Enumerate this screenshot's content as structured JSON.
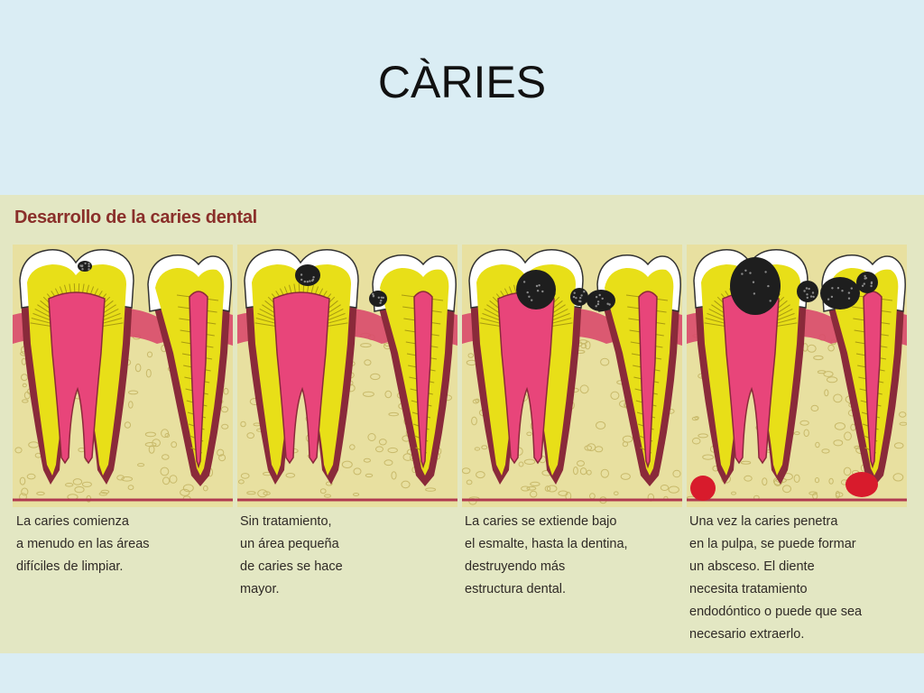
{
  "slide": {
    "title": "CÀRIES"
  },
  "figure": {
    "heading": "Desarrollo de la caries dental",
    "colors": {
      "enamel": "#ffffff",
      "dentin": "#e8df18",
      "pulp": "#e8457a",
      "gum": "#d94a6b",
      "bone": "#e8e0a0",
      "decay": "#1e1e1e",
      "abscess": "#d81b2c"
    },
    "stages": [
      {
        "caption": [
          "La caries comienza",
          "a menudo en las áreas",
          "difíciles de limpiar."
        ]
      },
      {
        "caption": [
          "Sin tratamiento,",
          "un área pequeña",
          "de caries se hace",
          "mayor."
        ]
      },
      {
        "caption": [
          "La caries se extiende bajo",
          "el esmalte, hasta la dentina,",
          "destruyendo más",
          "estructura dental."
        ]
      },
      {
        "caption": [
          "Una vez la caries penetra",
          "en la pulpa, se puede formar",
          "un absceso. El diente",
          "necesita tratamiento",
          "endodóntico o puede que sea",
          "necesario extraerlo."
        ]
      }
    ]
  }
}
